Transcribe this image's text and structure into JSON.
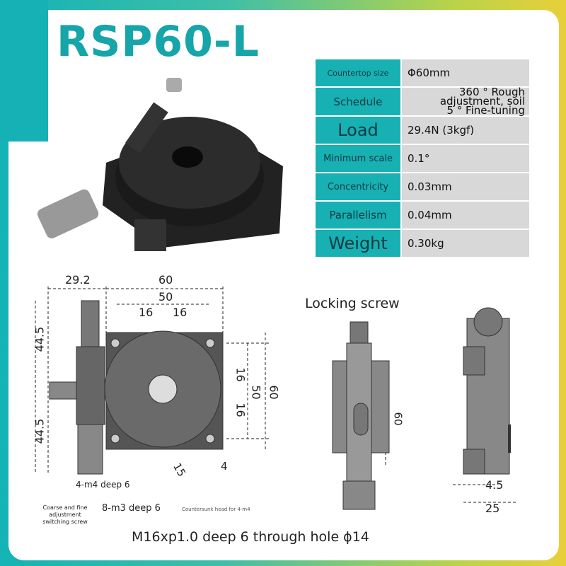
{
  "title": "RSP60-L",
  "specs": [
    {
      "label": "Countertop size",
      "value": "Φ60mm"
    },
    {
      "label": "Schedule",
      "value": "360 ° Rough adjustment, soil",
      "value2": "5 ° Fine-tuning"
    },
    {
      "label": "Load",
      "value": "29.4N (3kgf)"
    },
    {
      "label": "Minimum scale",
      "value": "0.1°"
    },
    {
      "label": "Concentricity",
      "value": "0.03mm"
    },
    {
      "label": "Parallelism",
      "value": "0.04mm"
    },
    {
      "label": "Weight",
      "value": "0.30kg"
    }
  ],
  "drawing": {
    "dim_29_2": "29.2",
    "dim_60": "60",
    "dim_50": "50",
    "dim_16a": "16",
    "dim_16b": "16",
    "dim_44_5a": "44.5",
    "dim_44_5b": "44.5",
    "dim_16c": "16",
    "dim_16d": "16",
    "dim_50v": "50",
    "dim_60v": "60",
    "dim_15": "15",
    "dim_4": "4",
    "m4": "4-m4 deep 6",
    "m3": "8-m3 deep 6",
    "switch_screw": "Coarse and fine adjustment switching screw",
    "countersunk": "Countersunk head for 4-m4",
    "hole": "M16xp1.0 deep 6 through hole ϕ14",
    "locking": "Locking screw",
    "side_60": "60",
    "dim_4_5": "4.5",
    "dim_25": "25"
  }
}
